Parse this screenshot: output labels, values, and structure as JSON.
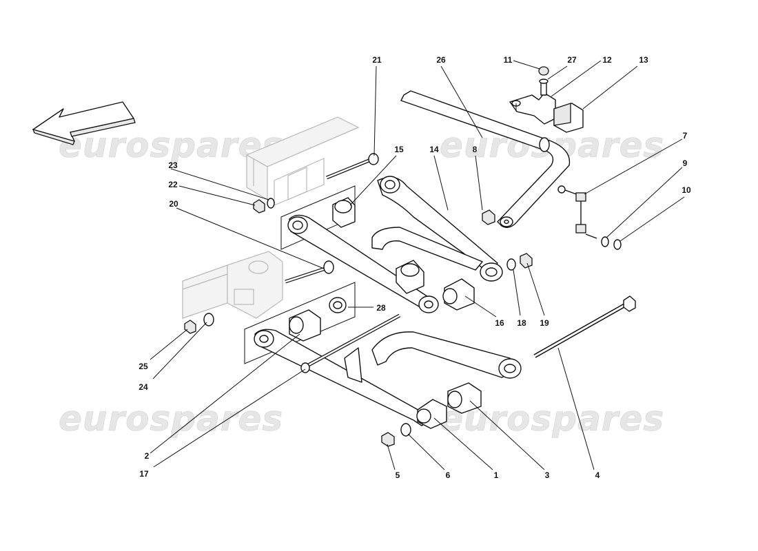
{
  "watermarks": [
    "eurospares",
    "eurospares",
    "eurospares",
    "eurospares"
  ],
  "icons": {
    "direction": "front-direction-arrow-icon"
  },
  "callouts": [
    {
      "id": "1",
      "label": "1"
    },
    {
      "id": "2",
      "label": "2"
    },
    {
      "id": "3",
      "label": "3"
    },
    {
      "id": "4",
      "label": "4"
    },
    {
      "id": "5",
      "label": "5"
    },
    {
      "id": "6",
      "label": "6"
    },
    {
      "id": "7",
      "label": "7"
    },
    {
      "id": "8",
      "label": "8"
    },
    {
      "id": "9",
      "label": "9"
    },
    {
      "id": "10",
      "label": "10"
    },
    {
      "id": "11",
      "label": "11"
    },
    {
      "id": "12",
      "label": "12"
    },
    {
      "id": "13",
      "label": "13"
    },
    {
      "id": "14",
      "label": "14"
    },
    {
      "id": "15",
      "label": "15"
    },
    {
      "id": "16",
      "label": "16"
    },
    {
      "id": "17",
      "label": "17"
    },
    {
      "id": "18",
      "label": "18"
    },
    {
      "id": "19",
      "label": "19"
    },
    {
      "id": "20",
      "label": "20"
    },
    {
      "id": "21",
      "label": "21"
    },
    {
      "id": "22",
      "label": "22"
    },
    {
      "id": "23",
      "label": "23"
    },
    {
      "id": "24",
      "label": "24"
    },
    {
      "id": "25",
      "label": "25"
    },
    {
      "id": "26",
      "label": "26"
    },
    {
      "id": "27",
      "label": "27"
    },
    {
      "id": "28",
      "label": "28"
    }
  ]
}
